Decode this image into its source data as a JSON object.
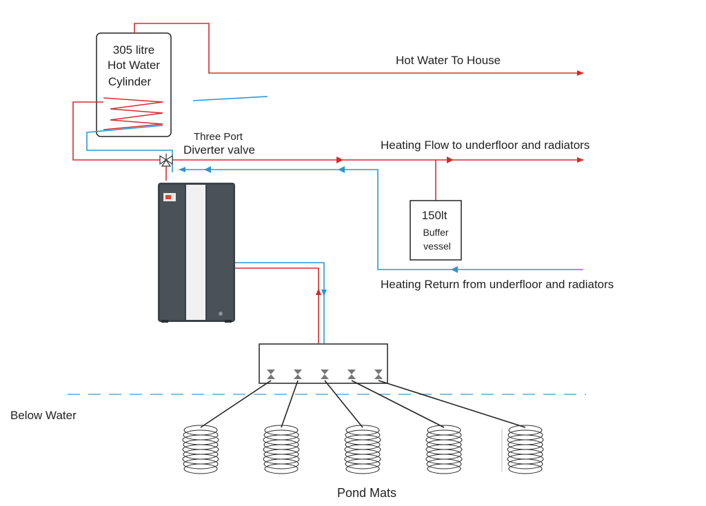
{
  "cylinder": {
    "line1": "305 litre",
    "line2": "Hot Water",
    "line3": "Cylinder"
  },
  "valve": {
    "line1": "Three Port",
    "line2": "Diverter valve"
  },
  "buffer": {
    "line1": "150lt",
    "line2": "Buffer",
    "line3": "vessel"
  },
  "labels": {
    "hot_water": "Hot Water To House",
    "heating_flow": "Heating Flow to underfloor and radiators",
    "heating_return": "Heating Return from underfloor and radiators",
    "below_water": "Below Water",
    "pond_mats": "Pond Mats"
  },
  "colors": {
    "flow": "#d62b2b",
    "return": "#2a97d6",
    "water_line": "#5aa9d8",
    "outline": "#222222",
    "heat_pump_body": "#3c4247",
    "heat_pump_panel": "#f1f1f1"
  }
}
